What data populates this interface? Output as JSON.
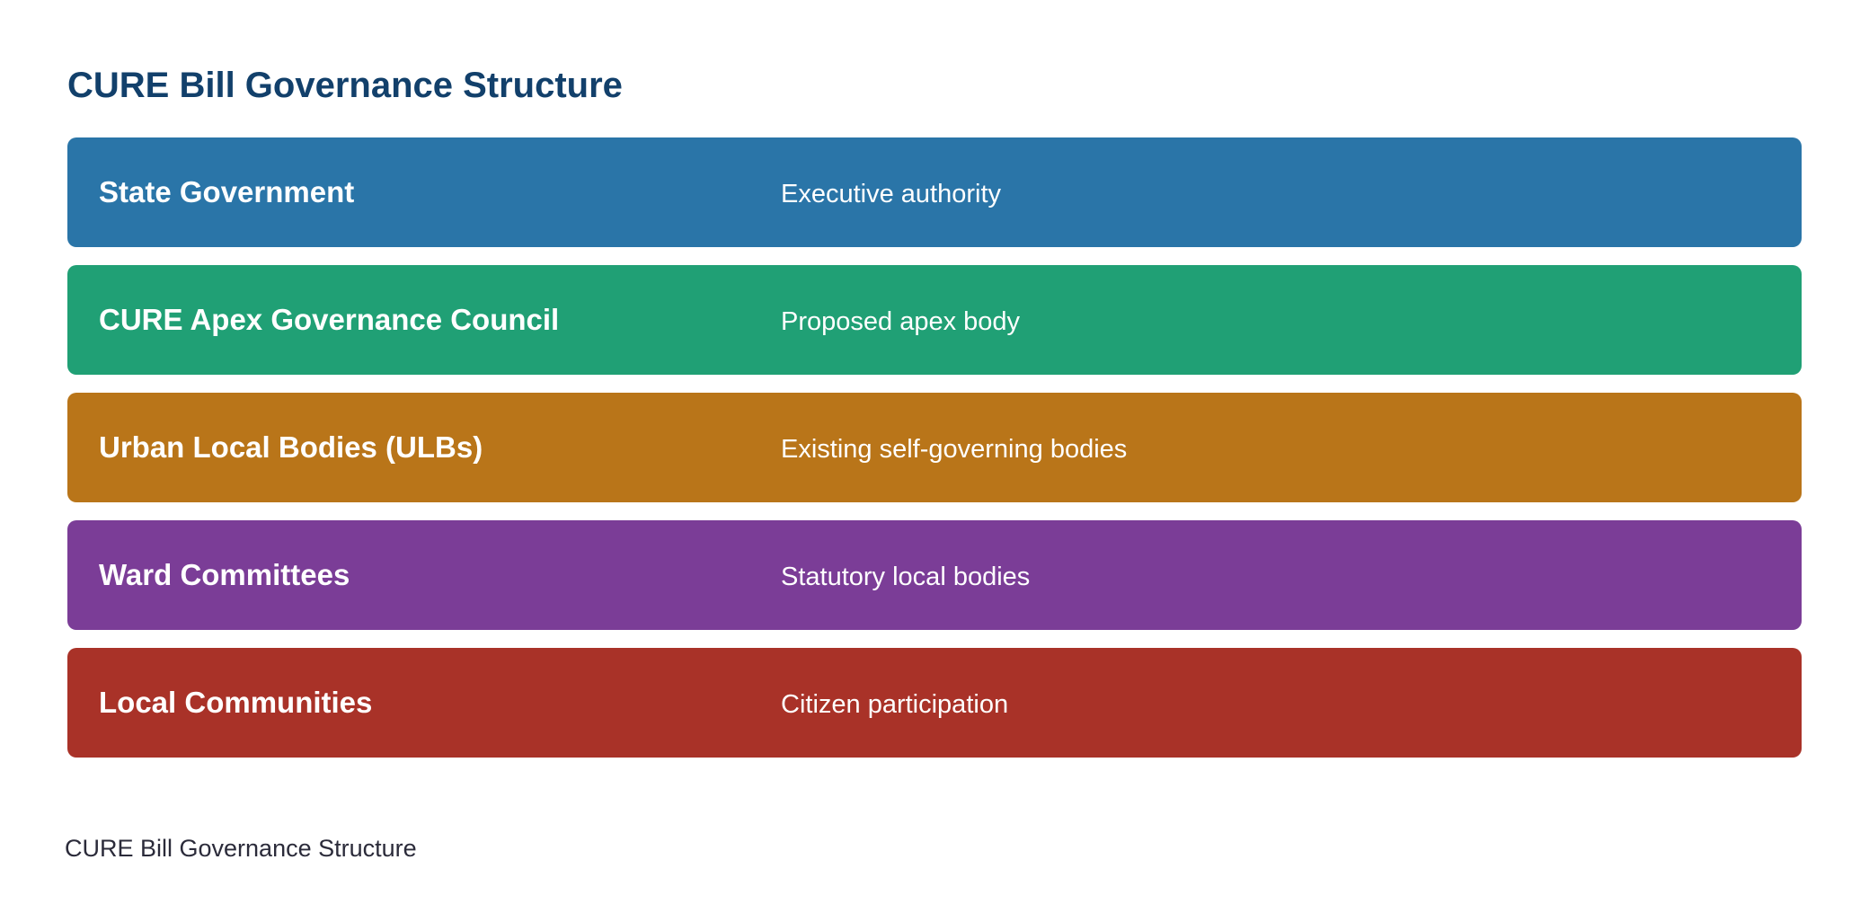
{
  "title": "CURE Bill Governance Structure",
  "tiers": [
    {
      "name": "State Government",
      "description": "Executive authority",
      "color": "#2a75a8"
    },
    {
      "name": "CURE Apex Governance Council",
      "description": "Proposed apex body",
      "color": "#20a075"
    },
    {
      "name": "Urban Local Bodies (ULBs)",
      "description": "Existing self-governing bodies",
      "color": "#b97519"
    },
    {
      "name": "Ward Committees",
      "description": "Statutory local bodies",
      "color": "#7b3d97"
    },
    {
      "name": "Local Communities",
      "description": "Citizen participation",
      "color": "#a93228"
    }
  ],
  "caption": "CURE Bill Governance Structure"
}
